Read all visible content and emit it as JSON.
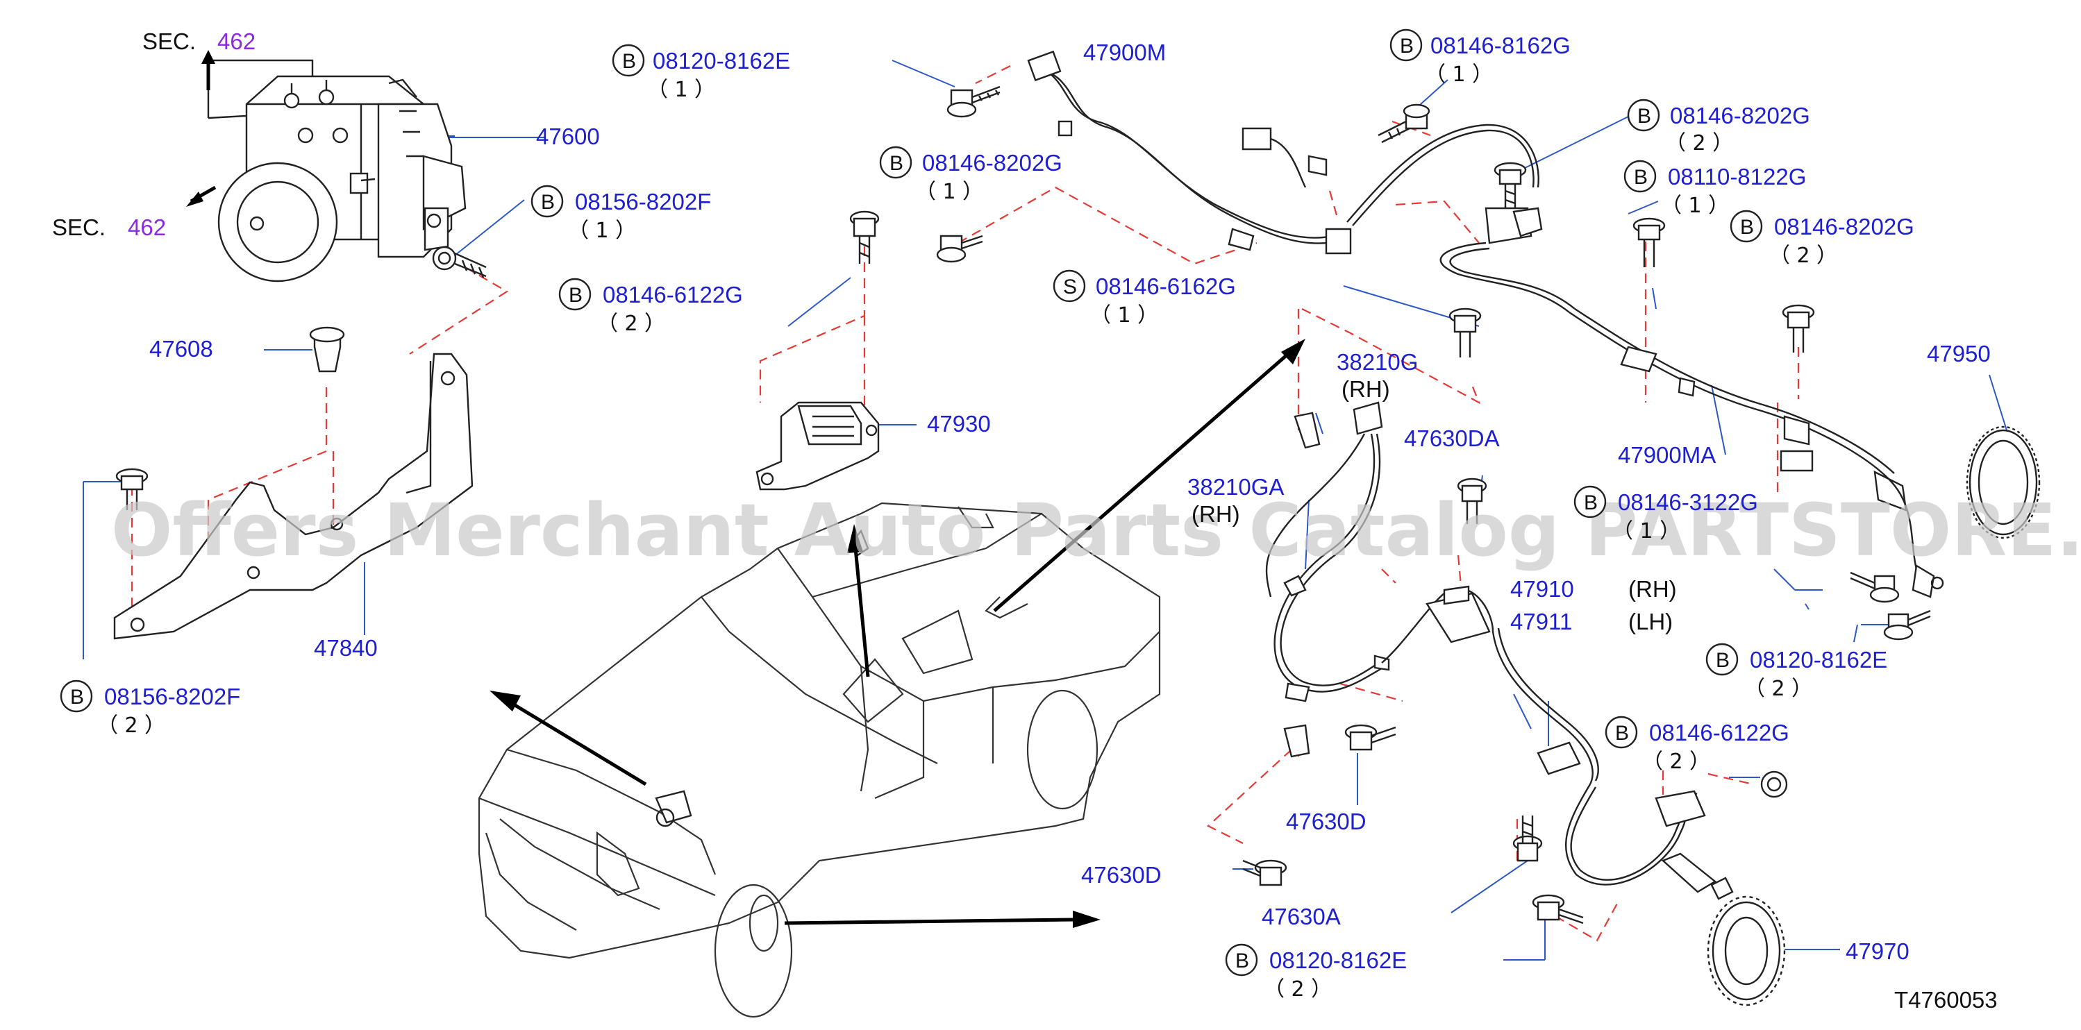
{
  "diagram_id": "T4760053",
  "watermark": "Offers Merchant Auto Parts Catalog PARTSTORE.SA",
  "section_refs": [
    {
      "prefix": "SEC.",
      "number": "462"
    },
    {
      "prefix": "SEC.",
      "number": "462"
    }
  ],
  "bolt_callouts": [
    {
      "letter": "B",
      "part": "08120-8162E",
      "qty": "（ 1 ）"
    },
    {
      "letter": "B",
      "part": "08146-8162G",
      "qty": "（ 1 ）"
    },
    {
      "letter": "B",
      "part": "08146-8202G",
      "qty": "（ 2 ）"
    },
    {
      "letter": "B",
      "part": "08110-8122G",
      "qty": "（ 1 ）"
    },
    {
      "letter": "B",
      "part": "08146-8202G",
      "qty": "（ 2 ）"
    },
    {
      "letter": "B",
      "part": "08146-8202G",
      "qty": "（ 1 ）"
    },
    {
      "letter": "B",
      "part": "08156-8202F",
      "qty": "（ 1 ）"
    },
    {
      "letter": "B",
      "part": "08146-6122G",
      "qty": "（ 2 ）"
    },
    {
      "letter": "S",
      "part": "08146-6162G",
      "qty": "（ 1 ）"
    },
    {
      "letter": "B",
      "part": "08156-8202F",
      "qty": "（ 2 ）"
    },
    {
      "letter": "B",
      "part": "08146-3122G",
      "qty": "（ 1 ）"
    },
    {
      "letter": "B",
      "part": "08120-8162E",
      "qty": "（ 2 ）"
    },
    {
      "letter": "B",
      "part": "08146-6122G",
      "qty": "（ 2 ）"
    },
    {
      "letter": "B",
      "part": "08120-8162E",
      "qty": "（ 2 ）"
    }
  ],
  "part_labels": [
    "47600",
    "47900M",
    "47608",
    "47930",
    "38210G",
    "(RH)",
    "47950",
    "47630DA",
    "47900MA",
    "38210GA",
    "(RH)",
    "47910",
    "(RH)",
    "47911",
    "(LH)",
    "47840",
    "47630D",
    "47630D",
    "47630A",
    "47970"
  ]
}
